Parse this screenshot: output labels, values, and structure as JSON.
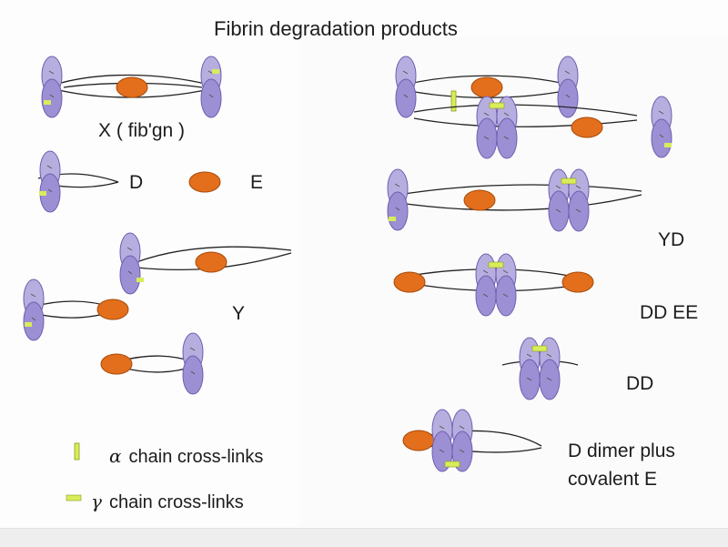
{
  "title": "Fibrin degradation products",
  "labels": {
    "x": "X ( fib'gn )",
    "d": "D",
    "e": "E",
    "y": "Y",
    "yd": "YD",
    "ddee": "DD EE",
    "dd": "DD",
    "dd_plus_line1": "D dimer  plus",
    "dd_plus_line2": "covalent E"
  },
  "legend": {
    "alpha_symbol": "α",
    "alpha_text": "chain cross-links",
    "gamma_symbol": "γ",
    "gamma_text": "chain cross-links"
  },
  "colors": {
    "d_domain": "#9d8fd4",
    "d_domain_dark": "#6f5fb0",
    "e_domain": "#e36f1c",
    "crosslink": "#d9ec5a",
    "coil": "#222222"
  }
}
